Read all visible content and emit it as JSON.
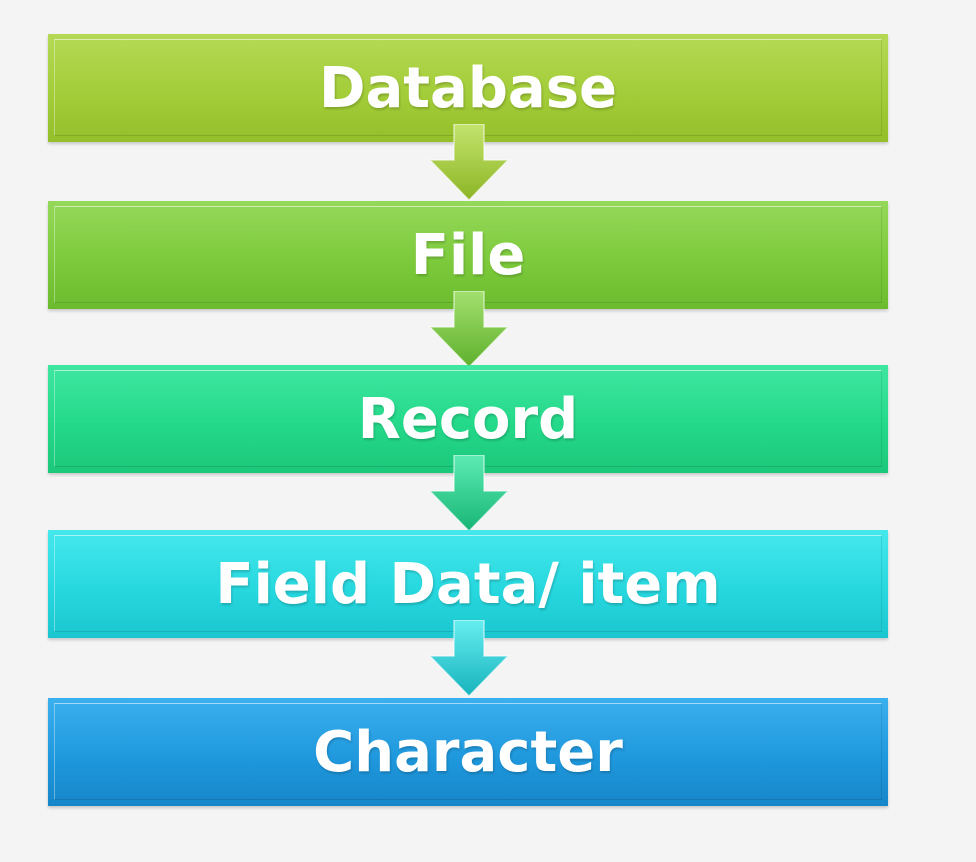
{
  "diagram": {
    "levels": [
      {
        "label": "Database",
        "color": "#a3cd39"
      },
      {
        "label": "File",
        "color": "#7dcb3c"
      },
      {
        "label": "Record",
        "color": "#24d98a"
      },
      {
        "label": "Field Data/ item",
        "color": "#27d8df"
      },
      {
        "label": "Character",
        "color": "#1f98dd"
      }
    ],
    "arrows": [
      {
        "icon": "down-arrow-icon",
        "color": "#93bf2c"
      },
      {
        "icon": "down-arrow-icon",
        "color": "#68b939"
      },
      {
        "icon": "down-arrow-icon",
        "color": "#1fc07f"
      },
      {
        "icon": "down-arrow-icon",
        "color": "#1fc3cc"
      }
    ]
  }
}
